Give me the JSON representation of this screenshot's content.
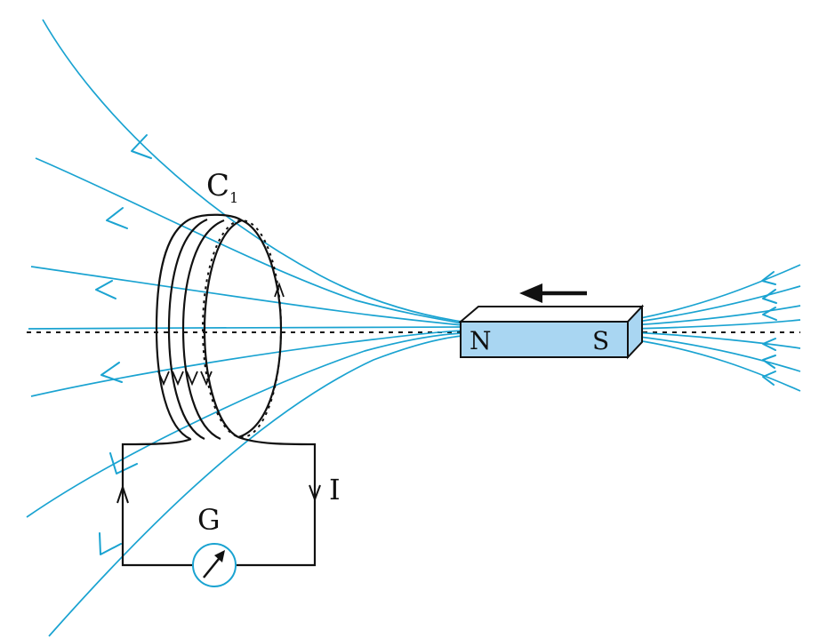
{
  "labels": {
    "coil": "C",
    "coil_subscript": "1",
    "north": "N",
    "south": "S",
    "galvanometer": "G",
    "current": "I"
  },
  "colors": {
    "field_lines": "#1aa3d1",
    "magnet_fill": "#a9d6f2",
    "magnet_top": "#ffffff",
    "wire": "#111111"
  },
  "icons": {
    "motion_arrow": "left-arrow-icon",
    "meter_needle": "needle-arrow-icon"
  }
}
